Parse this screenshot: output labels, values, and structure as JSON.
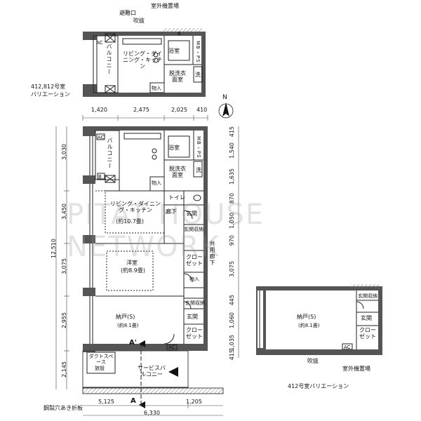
{
  "top_plan": {
    "escape_hatch": "避難口",
    "outdoor_unit": "室外機置場",
    "void": "吹抜",
    "balcony": "バルコニー",
    "living": "リビング・ダイニング・キッチン",
    "bath": "浴室",
    "mbps": "MB・PS",
    "dressing": "脱洗衣面室",
    "laundry": "洗",
    "storage": "物入",
    "ac": "AC",
    "b": "B",
    "caption_line1": "412,812号室",
    "caption_line2": "バリエーション"
  },
  "main_plan": {
    "top_dims": [
      "1,420",
      "2,475",
      "2,025",
      "410"
    ],
    "bottom_dims": [
      "5,125",
      "1,205"
    ],
    "bottom_total": "6,330",
    "left_dims": [
      "3,030",
      "3,450",
      "3,075",
      "2,955",
      "2,145"
    ],
    "left_total": "12,510",
    "right_dims": [
      "415",
      "1,540",
      "1,635",
      "870",
      "1,050",
      "970",
      "3,075",
      "445",
      "1,060",
      "1,035",
      "415"
    ],
    "balcony": "バルコニー",
    "bath": "浴室",
    "mbps": "MB・PS",
    "dressing": "脱洗衣面室",
    "laundry": "洗",
    "storage": "物入",
    "ldk": "リビング・ダイニング・キッチン",
    "ldk_size": "(約10.7畳)",
    "toilet": "トイレ",
    "hall": "廊下",
    "entrance": "玄関",
    "entrance_storage": "玄関収納",
    "bedroom": "洋室",
    "bedroom_size": "(約8.9畳)",
    "closet": "クローゼット",
    "corridor": "共用廊下",
    "storeroom": "納戸(S)",
    "storeroom_size": "(約8.1畳)",
    "duct": "ダクトスペース",
    "duct_note": "旅設",
    "service_balcony": "サービスバルコニー",
    "section_mark": "A",
    "section_mark_prime": "A'",
    "steel_panel": "鋼製穴あき折板",
    "ac": "AC",
    "b": "B",
    "north": "N"
  },
  "small_plan": {
    "storeroom": "納戸(S)",
    "storeroom_size": "(約8.1畳)",
    "entrance_storage": "玄関収納",
    "entrance": "玄関",
    "closet": "クローゼット",
    "void": "吹抜",
    "outdoor_unit": "室外機置場",
    "ac": "AC",
    "caption": "412号室バリエーション"
  },
  "watermark": "PITAT HOUSE NETWORK"
}
